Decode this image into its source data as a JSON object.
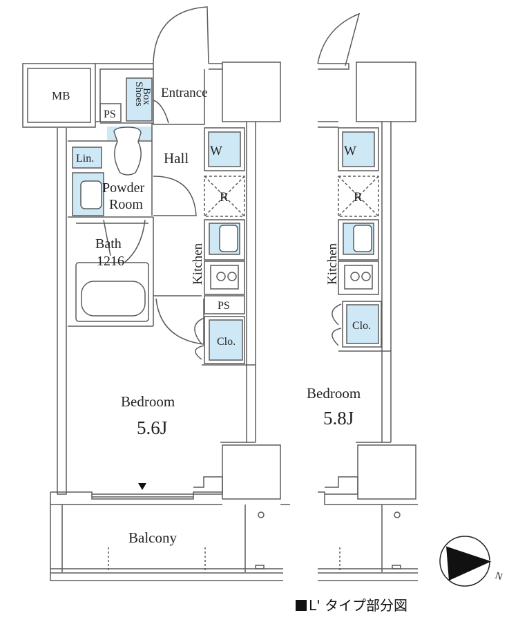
{
  "labels": {
    "mb": "MB",
    "ps_top": "PS",
    "shoes_box_line1": "Shoes",
    "shoes_box_line2": "Box",
    "entrance": "Entrance",
    "hall": "Hall",
    "linen": "Lin.",
    "powder_line1": "Powder",
    "powder_line2": "Room",
    "bath_line1": "Bath",
    "bath_line2": "1216",
    "washer": "W",
    "fridge": "R",
    "kitchen": "Kitchen",
    "ps_kitchen": "PS",
    "closet": "Clo.",
    "bedroom": "Bedroom",
    "bedroom_size": "5.6J",
    "balcony": "Balcony",
    "washer_alt": "W",
    "fridge_alt": "R",
    "kitchen_alt": "Kitchen",
    "closet_alt": "Clo.",
    "bedroom_alt": "Bedroom",
    "bedroom_alt_size": "5.8J",
    "north": "N"
  },
  "caption": {
    "type_name": "L' タイプ部分図"
  },
  "colors": {
    "fixture_fill": "#cfe8f6",
    "wall_stroke": "#5a5a5a",
    "wall_fill": "#ffffff",
    "text": "#222222"
  }
}
